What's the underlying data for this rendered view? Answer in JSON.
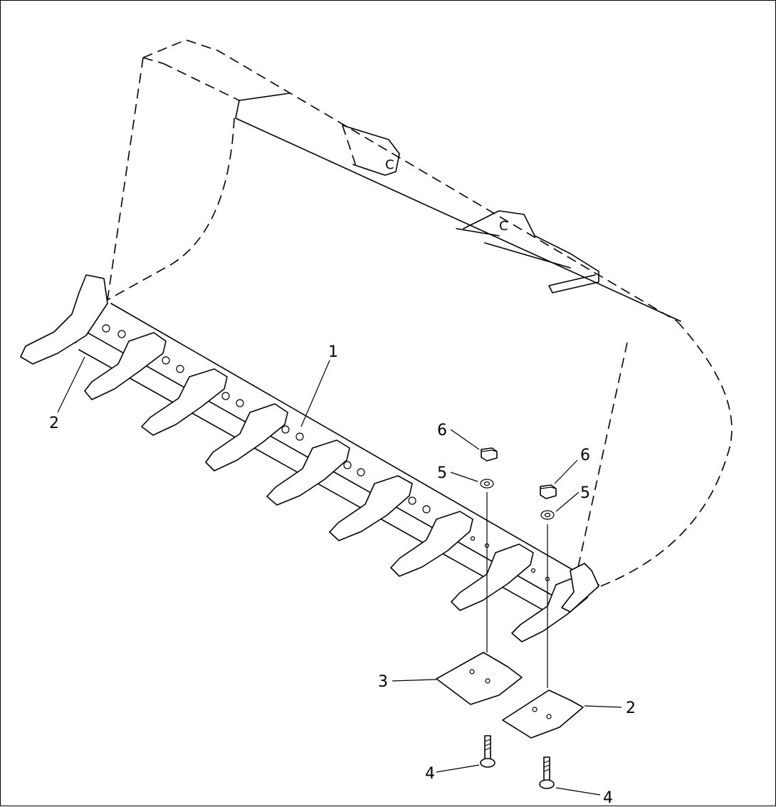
{
  "callouts": {
    "c1": "1",
    "c2_left": "2",
    "c2_right": "2",
    "c3": "3",
    "c4_left": "4",
    "c4_right": "4",
    "c5_left": "5",
    "c5_right": "5",
    "c6_left": "6",
    "c6_right": "6"
  },
  "bracket_marks": {
    "left": "C",
    "right": "C"
  }
}
